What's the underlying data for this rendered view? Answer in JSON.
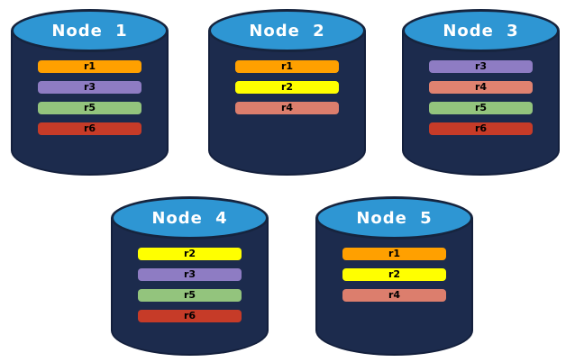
{
  "colors": {
    "background": "#FFFFFF",
    "cylinder_body": "#1C2B4D",
    "cylinder_outline": "#131F3C",
    "cylinder_top": "#2E96D3",
    "replica_palette": {
      "r1": "#FFA000",
      "r2": "#FFFF00",
      "r3": "#8E7CC3",
      "r4": "#DC7E6D",
      "r5": "#93C47D",
      "r6": "#C63B28"
    }
  },
  "nodes": [
    {
      "label": "Node 1",
      "replicas": [
        {
          "label": "r1",
          "color": "#FFA000"
        },
        {
          "label": "r3",
          "color": "#8E7CC3"
        },
        {
          "label": "r5",
          "color": "#93C47D"
        },
        {
          "label": "r6",
          "color": "#C63B28"
        }
      ]
    },
    {
      "label": "Node 2",
      "replicas": [
        {
          "label": "r1",
          "color": "#FFA000"
        },
        {
          "label": "r2",
          "color": "#FFFF00"
        },
        {
          "label": "r4",
          "color": "#DC7E6D"
        }
      ]
    },
    {
      "label": "Node 3",
      "replicas": [
        {
          "label": "r3",
          "color": "#8E7CC3"
        },
        {
          "label": "r4",
          "color": "#E08270"
        },
        {
          "label": "r5",
          "color": "#93C47D"
        },
        {
          "label": "r6",
          "color": "#C63B28"
        }
      ]
    },
    {
      "label": "Node 4",
      "replicas": [
        {
          "label": "r2",
          "color": "#FFFF00"
        },
        {
          "label": "r3",
          "color": "#8E7CC3"
        },
        {
          "label": "r5",
          "color": "#93C47D"
        },
        {
          "label": "r6",
          "color": "#C63B28"
        }
      ]
    },
    {
      "label": "Node 5",
      "replicas": [
        {
          "label": "r1",
          "color": "#FFA000"
        },
        {
          "label": "r2",
          "color": "#FFFF00"
        },
        {
          "label": "r4",
          "color": "#DC7E6D"
        }
      ]
    }
  ]
}
